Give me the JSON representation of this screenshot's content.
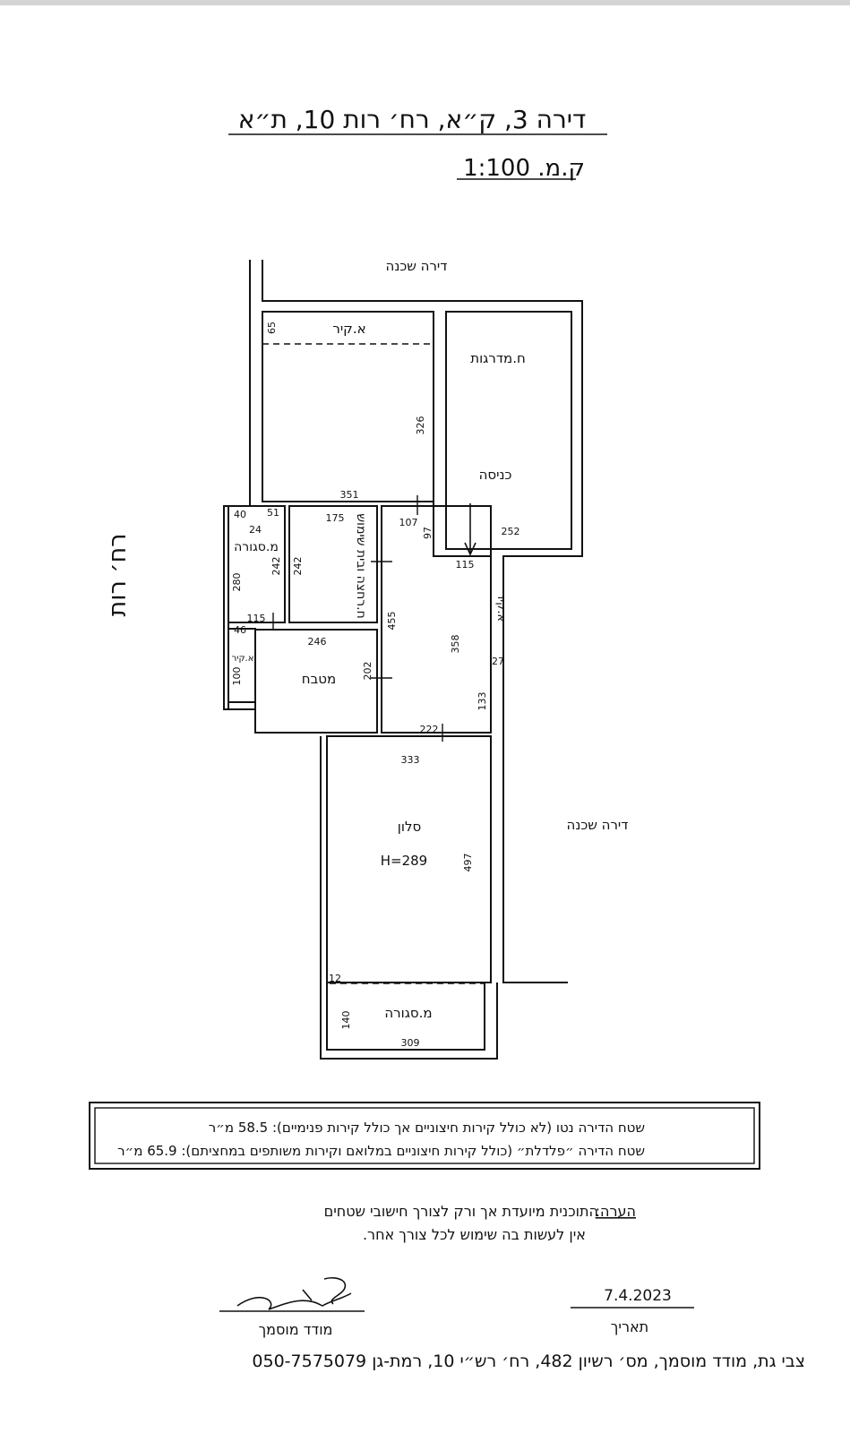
{
  "header": {
    "title": "דירה 3, ק״א, רח׳ רות 10, ת״א",
    "scale": "ק.מ. 1:100"
  },
  "plan": {
    "street_label": "רח׳ רות",
    "neighbor_top": "דירה שכנה",
    "neighbor_right": "דירה שכנה",
    "rooms": {
      "wall_top": "א.קיר",
      "stairwell": "ח.מדרגות",
      "entrance": "כניסה",
      "closed_balcony_left": "מ.סגורה",
      "bathroom": "ח.רחצה ובית שימוש",
      "kitchen": "מטבח",
      "wall_right": "א.קיר",
      "wall_small": "א.קיר",
      "living_room": "סלון",
      "height": "H=289",
      "closed_balcony_bottom": "מ.סגורה"
    },
    "dims": {
      "d65": "65",
      "d326": "326",
      "d351": "351",
      "d107": "107",
      "d97": "97",
      "d252": "252",
      "d115a": "115",
      "d40": "40",
      "d51": "51",
      "d24": "24",
      "d175": "175",
      "d280": "280",
      "d242a": "242",
      "d242b": "242",
      "d455": "455",
      "d358": "358",
      "d27": "27",
      "d115b": "115",
      "d46": "46",
      "d246": "246",
      "d100": "100",
      "d202": "202",
      "d133": "133",
      "d222": "222",
      "d333": "333",
      "d497": "497",
      "d12": "12",
      "d140": "140",
      "d309": "309"
    }
  },
  "areas": {
    "net": "שטח הדירה נטו (לא כולל קירות חיצוניים אך כולל קירות פנימיים): 58.5 מ״ר",
    "gross": "שטח הדירה ״פלדלת״ (כולל קירות חיצוניים במלואם וקירות משותפים במחציתם): 65.9 מ״ר"
  },
  "note": {
    "label": "הערה:",
    "line1": "התוכנית מיועדת אך ורק לצורך חישובי שטחים",
    "line2": "אין לעשות בה שימוש לכל צורך אחר."
  },
  "signature": {
    "date_value": "7.4.2023",
    "date_label": "תאריך",
    "surveyor_label": "מודד מוסמך"
  },
  "footer": "צבי גת, מודד מוסמך, מס׳ רשיון 482, רח׳ רש״י 10, רמת-גן 050-7575079"
}
